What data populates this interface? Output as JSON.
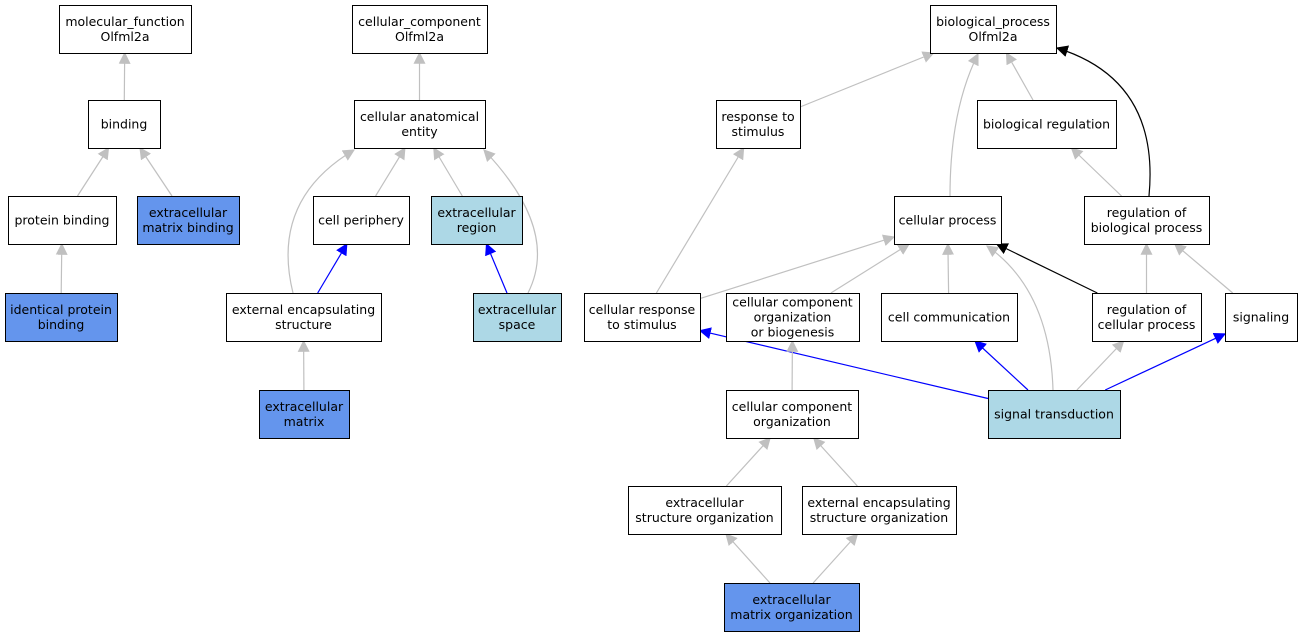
{
  "colors": {
    "white": "#ffffff",
    "highlight_light": "#add8e6",
    "highlight_strong": "#6495ed",
    "edge_gray": "#c0c0c0",
    "edge_black": "#000000",
    "edge_blue": "#0000ff"
  },
  "nodes": [
    {
      "id": "mf",
      "lines": [
        "molecular_function",
        "Olfml2a"
      ],
      "fill": "white"
    },
    {
      "id": "binding",
      "lines": [
        "binding"
      ],
      "fill": "white"
    },
    {
      "id": "protein_binding",
      "lines": [
        "protein binding"
      ],
      "fill": "white"
    },
    {
      "id": "ecm_binding",
      "lines": [
        "extracellular",
        "matrix binding"
      ],
      "fill": "highlight_strong"
    },
    {
      "id": "identical_protein_binding",
      "lines": [
        "identical protein",
        "binding"
      ],
      "fill": "highlight_strong"
    },
    {
      "id": "cc",
      "lines": [
        "cellular_component",
        "Olfml2a"
      ],
      "fill": "white"
    },
    {
      "id": "cae",
      "lines": [
        "cellular anatomical",
        "entity"
      ],
      "fill": "white"
    },
    {
      "id": "cell_periphery",
      "lines": [
        "cell periphery"
      ],
      "fill": "white"
    },
    {
      "id": "ext_region",
      "lines": [
        "extracellular",
        "region"
      ],
      "fill": "highlight_light"
    },
    {
      "id": "ext_encap",
      "lines": [
        "external encapsulating",
        "structure"
      ],
      "fill": "white"
    },
    {
      "id": "ext_space",
      "lines": [
        "extracellular",
        "space"
      ],
      "fill": "highlight_light"
    },
    {
      "id": "ecm",
      "lines": [
        "extracellular",
        "matrix"
      ],
      "fill": "highlight_strong"
    },
    {
      "id": "bp",
      "lines": [
        "biological_process",
        "Olfml2a"
      ],
      "fill": "white"
    },
    {
      "id": "resp_stim",
      "lines": [
        "response to",
        "stimulus"
      ],
      "fill": "white"
    },
    {
      "id": "bio_reg",
      "lines": [
        "biological regulation"
      ],
      "fill": "white"
    },
    {
      "id": "cell_proc",
      "lines": [
        "cellular process"
      ],
      "fill": "white"
    },
    {
      "id": "reg_bio_proc",
      "lines": [
        "regulation of",
        "biological process"
      ],
      "fill": "white"
    },
    {
      "id": "cell_resp_stim",
      "lines": [
        "cellular response",
        "to stimulus"
      ],
      "fill": "white"
    },
    {
      "id": "ccob",
      "lines": [
        "cellular component",
        "organization",
        "or biogenesis"
      ],
      "fill": "white"
    },
    {
      "id": "cell_comm",
      "lines": [
        "cell communication"
      ],
      "fill": "white"
    },
    {
      "id": "reg_cell_proc",
      "lines": [
        "regulation of",
        "cellular process"
      ],
      "fill": "white"
    },
    {
      "id": "signaling",
      "lines": [
        "signaling"
      ],
      "fill": "white"
    },
    {
      "id": "sig_trans",
      "lines": [
        "signal transduction"
      ],
      "fill": "highlight_light"
    },
    {
      "id": "cco",
      "lines": [
        "cellular component",
        "organization"
      ],
      "fill": "white"
    },
    {
      "id": "eso",
      "lines": [
        "extracellular",
        "structure organization"
      ],
      "fill": "white"
    },
    {
      "id": "eeso",
      "lines": [
        "external encapsulating",
        "structure organization"
      ],
      "fill": "white"
    },
    {
      "id": "emo",
      "lines": [
        "extracellular",
        "matrix organization"
      ],
      "fill": "highlight_strong"
    }
  ],
  "edges": [
    {
      "from": "binding",
      "to": "mf",
      "color": "edge_gray"
    },
    {
      "from": "protein_binding",
      "to": "binding",
      "color": "edge_gray"
    },
    {
      "from": "ecm_binding",
      "to": "binding",
      "color": "edge_gray"
    },
    {
      "from": "identical_protein_binding",
      "to": "protein_binding",
      "color": "edge_gray"
    },
    {
      "from": "cae",
      "to": "cc",
      "color": "edge_gray"
    },
    {
      "from": "cell_periphery",
      "to": "cae",
      "color": "edge_gray"
    },
    {
      "from": "ext_region",
      "to": "cae",
      "color": "edge_gray"
    },
    {
      "from": "ext_encap",
      "to": "cae",
      "color": "edge_gray"
    },
    {
      "from": "ext_space",
      "to": "cae",
      "color": "edge_gray"
    },
    {
      "from": "ext_encap",
      "to": "cell_periphery",
      "color": "edge_blue"
    },
    {
      "from": "ext_space",
      "to": "ext_region",
      "color": "edge_blue"
    },
    {
      "from": "ecm",
      "to": "ext_encap",
      "color": "edge_gray"
    },
    {
      "from": "resp_stim",
      "to": "bp",
      "color": "edge_gray"
    },
    {
      "from": "bio_reg",
      "to": "bp",
      "color": "edge_gray"
    },
    {
      "from": "cell_proc",
      "to": "bp",
      "color": "edge_gray"
    },
    {
      "from": "reg_bio_proc",
      "to": "bp",
      "color": "edge_black"
    },
    {
      "from": "reg_bio_proc",
      "to": "bio_reg",
      "color": "edge_gray"
    },
    {
      "from": "cell_resp_stim",
      "to": "resp_stim",
      "color": "edge_gray"
    },
    {
      "from": "cell_resp_stim",
      "to": "cell_proc",
      "color": "edge_gray"
    },
    {
      "from": "ccob",
      "to": "cell_proc",
      "color": "edge_gray"
    },
    {
      "from": "cell_comm",
      "to": "cell_proc",
      "color": "edge_gray"
    },
    {
      "from": "reg_cell_proc",
      "to": "cell_proc",
      "color": "edge_black"
    },
    {
      "from": "reg_cell_proc",
      "to": "reg_bio_proc",
      "color": "edge_gray"
    },
    {
      "from": "signaling",
      "to": "reg_bio_proc",
      "color": "edge_gray"
    },
    {
      "from": "sig_trans",
      "to": "cell_proc",
      "color": "edge_gray"
    },
    {
      "from": "sig_trans",
      "to": "cell_resp_stim",
      "color": "edge_blue"
    },
    {
      "from": "sig_trans",
      "to": "cell_comm",
      "color": "edge_blue"
    },
    {
      "from": "sig_trans",
      "to": "reg_cell_proc",
      "color": "edge_gray"
    },
    {
      "from": "sig_trans",
      "to": "signaling",
      "color": "edge_blue"
    },
    {
      "from": "cco",
      "to": "ccob",
      "color": "edge_gray"
    },
    {
      "from": "eso",
      "to": "cco",
      "color": "edge_gray"
    },
    {
      "from": "eeso",
      "to": "cco",
      "color": "edge_gray"
    },
    {
      "from": "emo",
      "to": "eso",
      "color": "edge_gray"
    },
    {
      "from": "emo",
      "to": "eeso",
      "color": "edge_gray"
    }
  ]
}
